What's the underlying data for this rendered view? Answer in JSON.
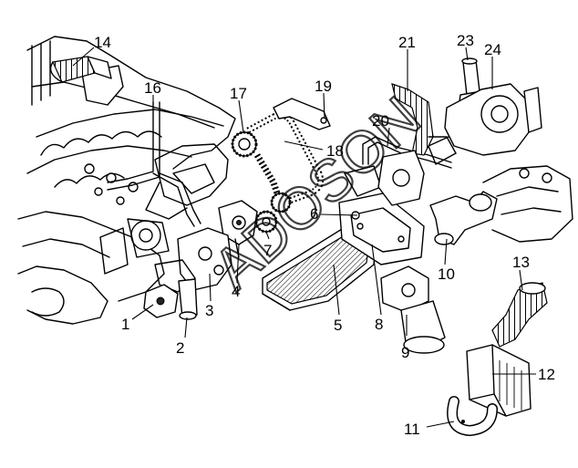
{
  "diagram": {
    "watermark_text": "ADOSON",
    "callouts": [
      {
        "id": "1",
        "label": "1",
        "part": "part-1"
      },
      {
        "id": "2",
        "label": "2",
        "part": "part-2"
      },
      {
        "id": "3",
        "label": "3",
        "part": "part-3"
      },
      {
        "id": "4",
        "label": "4",
        "part": "part-4"
      },
      {
        "id": "5",
        "label": "5",
        "part": "part-5"
      },
      {
        "id": "6",
        "label": "6",
        "part": "part-6"
      },
      {
        "id": "7",
        "label": "7",
        "part": "part-7"
      },
      {
        "id": "8",
        "label": "8",
        "part": "part-8"
      },
      {
        "id": "9",
        "label": "9",
        "part": "part-9"
      },
      {
        "id": "10",
        "label": "10",
        "part": "part-10"
      },
      {
        "id": "11",
        "label": "11",
        "part": "part-11"
      },
      {
        "id": "12",
        "label": "12",
        "part": "part-12"
      },
      {
        "id": "13",
        "label": "13",
        "part": "part-13"
      },
      {
        "id": "14",
        "label": "14",
        "part": "part-14"
      },
      {
        "id": "16",
        "label": "16",
        "part": "part-16"
      },
      {
        "id": "17",
        "label": "17",
        "part": "part-17"
      },
      {
        "id": "18",
        "label": "18",
        "part": "part-18"
      },
      {
        "id": "19",
        "label": "19",
        "part": "part-19"
      },
      {
        "id": "20",
        "label": "20",
        "part": "part-20"
      },
      {
        "id": "21",
        "label": "21",
        "part": "part-21"
      },
      {
        "id": "23",
        "label": "23",
        "part": "part-23"
      },
      {
        "id": "24",
        "label": "24",
        "part": "part-24"
      }
    ]
  }
}
